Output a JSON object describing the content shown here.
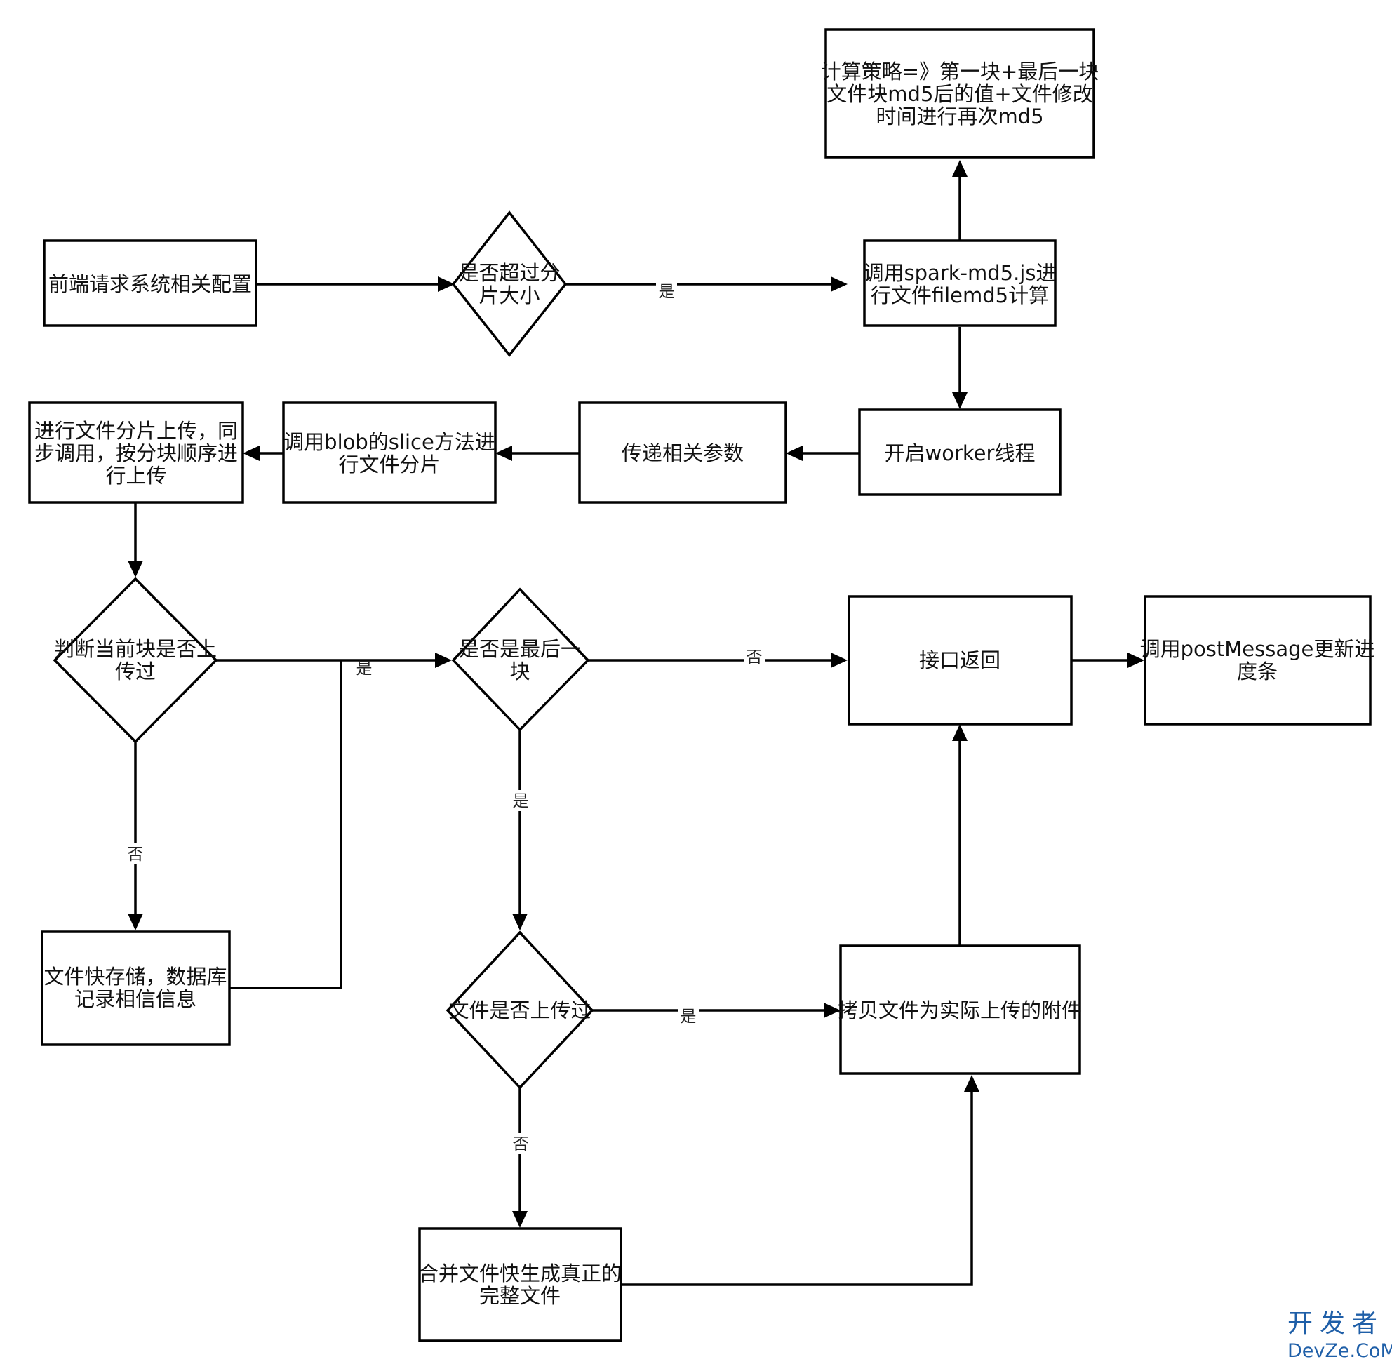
{
  "nodes": {
    "frontend_config": "前端请求系统相关配置",
    "exceed_slice_size": "是否超过分片大小",
    "spark_md5": "调用spark-md5.js进行文件filemd5计算",
    "strategy": "计算策略=》第一块+最后一块文件块md5后的值+文件修改时间进行再次md5",
    "start_worker": "开启worker线程",
    "pass_params": "传递相关参数",
    "blob_slice": "调用blob的slice方法进行文件分片",
    "chunk_upload": "进行文件分片上传，同步调用，按分块顺序进行上传",
    "chunk_uploaded": "判断当前块是否上传过",
    "is_last_chunk": "是否是最后一块",
    "api_return": "接口返回",
    "post_message": "调用postMessage更新进度条",
    "store_chunk": "文件快存储，数据库记录相信信息",
    "file_uploaded": "文件是否上传过",
    "copy_file": "拷贝文件为实际上传的附件",
    "merge_chunks": "合并文件快生成真正的完整文件"
  },
  "node_lines": {
    "frontend_config": [
      "前端请求系统相关配置"
    ],
    "exceed_slice_size": [
      "是否超过分",
      "片大小"
    ],
    "spark_md5": [
      "调用spark-md5.js进",
      "行文件filemd5计算"
    ],
    "strategy": [
      "计算策略=》第一块+最后一块",
      "文件块md5后的值+文件修改",
      "时间进行再次md5"
    ],
    "start_worker": [
      "开启worker线程"
    ],
    "pass_params": [
      "传递相关参数"
    ],
    "blob_slice": [
      "调用blob的slice方法进",
      "行文件分片"
    ],
    "chunk_upload": [
      "进行文件分片上传，同",
      "步调用，按分块顺序进",
      "行上传"
    ],
    "chunk_uploaded": [
      "判断当前块是否上",
      "传过"
    ],
    "is_last_chunk": [
      "是否是最后一",
      "块"
    ],
    "api_return": [
      "接口返回"
    ],
    "post_message": [
      "调用postMessage更新进",
      "度条"
    ],
    "store_chunk": [
      "文件快存储，数据库",
      "记录相信信息"
    ],
    "file_uploaded": [
      "文件是否上传过"
    ],
    "copy_file": [
      "拷贝文件为实际上传的附件"
    ],
    "merge_chunks": [
      "合并文件快生成真正的",
      "完整文件"
    ]
  },
  "edge_labels": {
    "exceed_yes": "是",
    "chunk_uploaded_yes": "是",
    "chunk_uploaded_no": "否",
    "last_no": "否",
    "last_yes": "是",
    "file_uploaded_yes": "是",
    "file_uploaded_no": "否"
  },
  "watermark": {
    "line1": "开发者",
    "line2": "DevZe.CoM"
  }
}
